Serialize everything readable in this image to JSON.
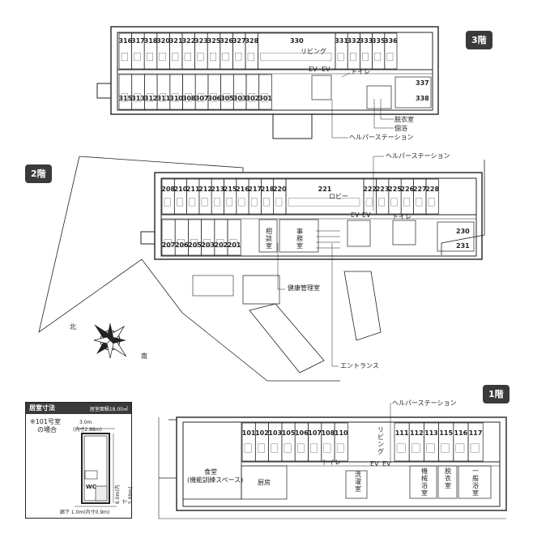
{
  "floors": {
    "f3": {
      "badge": "3階",
      "rooms_top": [
        "316",
        "317",
        "318",
        "320",
        "321",
        "322",
        "323",
        "325",
        "326",
        "327",
        "328",
        "330",
        "331",
        "332",
        "333",
        "335",
        "336"
      ],
      "rooms_bottom": [
        "315",
        "313",
        "312",
        "311",
        "310",
        "308",
        "307",
        "306",
        "305",
        "303",
        "302",
        "301"
      ],
      "rooms_right": [
        "337",
        "338"
      ],
      "living": "リビング",
      "ev1": "EV",
      "ev2": "EV",
      "toilet": "トイレ",
      "dressing": "脱衣室",
      "bath": "個浴",
      "helper": "ヘルパーステーション"
    },
    "f2": {
      "badge": "2階",
      "rooms_top": [
        "208",
        "210",
        "211",
        "212",
        "213",
        "215",
        "216",
        "217",
        "218",
        "220",
        "221",
        "222",
        "223",
        "225",
        "226",
        "227",
        "228"
      ],
      "rooms_bottom": [
        "207",
        "206",
        "205",
        "203",
        "202",
        "201"
      ],
      "rooms_right": [
        "230",
        "231"
      ],
      "lobby": "ロビー",
      "ev1": "EV",
      "ev2": "EV",
      "toilet": "トイレ",
      "consult": "相談室",
      "office": "事務室",
      "helper": "ヘルパーステーション",
      "health": "健康管理室",
      "entrance": "エントランス"
    },
    "f1": {
      "badge": "1階",
      "rooms_left": [
        "101",
        "102",
        "103",
        "105",
        "106",
        "107",
        "108",
        "110"
      ],
      "rooms_right": [
        "111",
        "112",
        "113",
        "115",
        "116",
        "117"
      ],
      "living": "リビング",
      "dining": "食堂",
      "dining_sub": "(機能訓練スペース)",
      "kitchen": "厨房",
      "toilet": "トイレ",
      "ev1": "EV",
      "ev2": "EV",
      "laundry": "洗濯室",
      "machine_bath": "機械浴室",
      "dressing": "脱衣室",
      "general_bath": "一般浴室",
      "helper": "ヘルパーステーション"
    }
  },
  "legend": {
    "title": "居室寸法",
    "area": "居室面積18.00㎡",
    "note1": "※101号室",
    "note2": "の場合",
    "width": "3.0m",
    "width_inner": "(内寸2.88m)",
    "depth": "6.0m(内寸5.88m)",
    "wc": "WC",
    "corridor": "廊下 1.0m(内寸0.9m)"
  },
  "compass": {
    "north": "北",
    "south": "南"
  }
}
